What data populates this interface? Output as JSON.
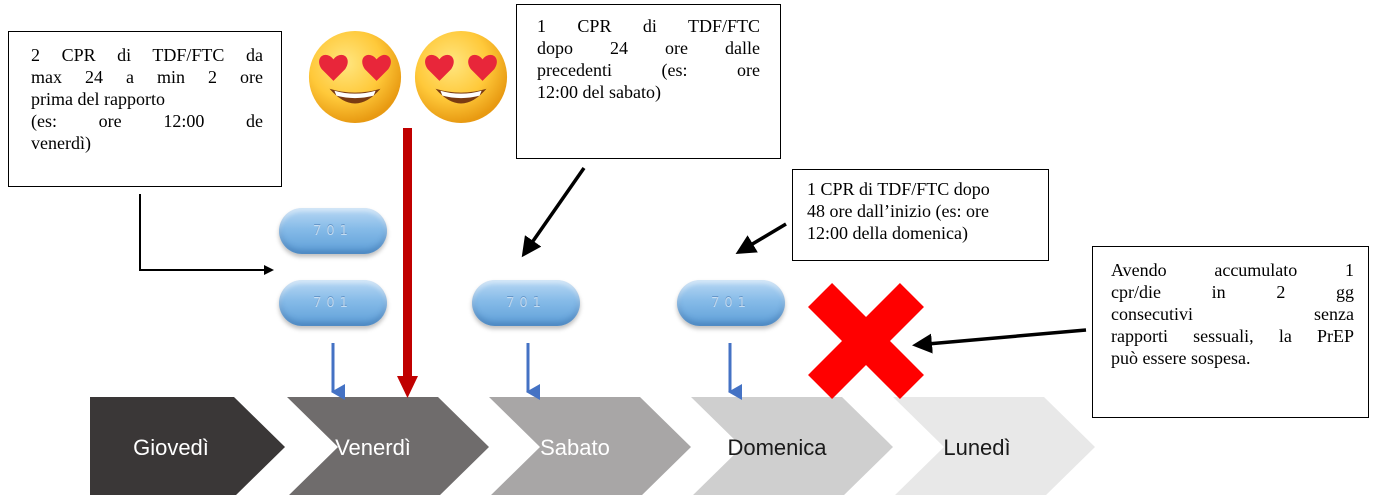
{
  "boxes": {
    "first_dose": {
      "lines": [
        "2 CPR di TDF/FTC da",
        "max 24 a min 2 ore",
        "prima del rapporto",
        "(es: ore 12:00 de",
        "venerdì)"
      ]
    },
    "second_dose": {
      "lines": [
        "1 CPR di TDF/FTC",
        "dopo 24 ore dalle",
        "precedenti (es: ore",
        "12:00 del sabato)"
      ]
    },
    "third_dose": {
      "lines": [
        "1 CPR di TDF/FTC dopo",
        "48 ore dall’inizio (es: ore",
        "12:00 della domenica)"
      ]
    },
    "stop_note": {
      "lines": [
        "Avendo accumulato 1",
        "cpr/die in 2 gg",
        "consecutivi senza",
        "rapporti sessuali, la PrEP",
        "può essere sospesa."
      ]
    }
  },
  "pill_imprint": "701",
  "timeline": {
    "days": [
      "Giovedì",
      "Venerdì",
      "Sabato",
      "Domenica",
      "Lunedì"
    ],
    "colors": [
      "#3a3737",
      "#6f6c6c",
      "#a8a6a6",
      "#cfcfcf",
      "#e8e8e8"
    ],
    "text_colors": [
      "#ffffff",
      "#ffffff",
      "#ffffff",
      "#1a1a1a",
      "#1a1a1a"
    ]
  },
  "colors": {
    "arrow_blue": "#4472c4",
    "intercourse_line": "#c00000",
    "stop_cross": "#ff0000"
  },
  "icons": {
    "emoji": "heart-eyes-emoji",
    "stop": "red-x-icon"
  }
}
